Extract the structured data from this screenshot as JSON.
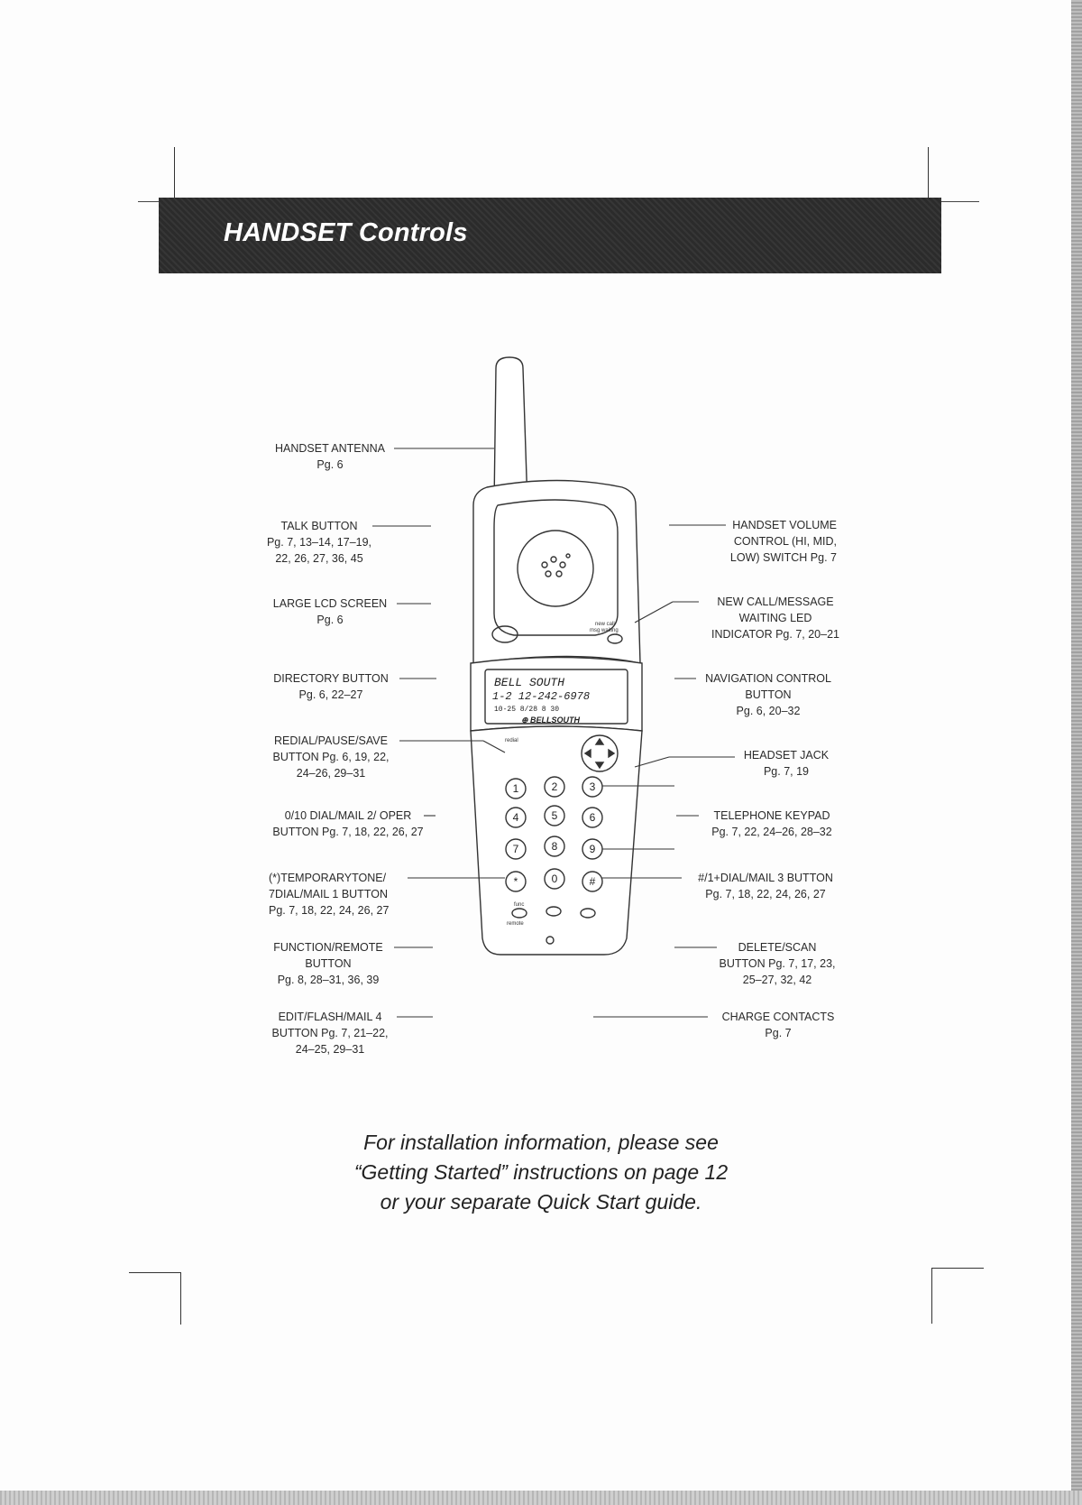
{
  "header": {
    "title": "HANDSET Controls"
  },
  "labels_left": [
    {
      "id": "antenna",
      "lines": [
        "HANDSET ANTENNA",
        "Pg. 6"
      ]
    },
    {
      "id": "talk",
      "lines": [
        "TALK BUTTON",
        "Pg. 7, 13–14, 17–19,",
        "22, 26, 27, 36, 45"
      ]
    },
    {
      "id": "lcd",
      "lines": [
        "LARGE LCD SCREEN",
        "Pg. 6"
      ]
    },
    {
      "id": "directory",
      "lines": [
        "DIRECTORY BUTTON",
        "Pg. 6, 22–27"
      ]
    },
    {
      "id": "redial",
      "lines": [
        "REDIAL/PAUSE/SAVE",
        "BUTTON Pg. 6, 19, 22,",
        "24–26, 29–31"
      ]
    },
    {
      "id": "oper",
      "lines": [
        "0/10 DIAL/MAIL 2/ OPER",
        "BUTTON Pg. 7, 18, 22, 26, 27"
      ]
    },
    {
      "id": "tempo",
      "lines": [
        "(*)TEMPORARYTONE/",
        "7DIAL/MAIL 1 BUTTON",
        "Pg. 7, 18, 22, 24, 26, 27"
      ]
    },
    {
      "id": "function",
      "lines": [
        "FUNCTION/REMOTE",
        "BUTTON",
        "Pg. 8, 28–31, 36, 39"
      ]
    },
    {
      "id": "edit",
      "lines": [
        "EDIT/FLASH/MAIL 4",
        "BUTTON Pg. 7, 21–22,",
        "24–25, 29–31"
      ]
    }
  ],
  "labels_right": [
    {
      "id": "volume",
      "lines": [
        "HANDSET VOLUME",
        "CONTROL (HI, MID,",
        "LOW) SWITCH Pg. 7"
      ]
    },
    {
      "id": "newcall",
      "lines": [
        "NEW CALL/MESSAGE",
        "WAITING LED",
        "INDICATOR Pg. 7, 20–21"
      ]
    },
    {
      "id": "nav",
      "lines": [
        "NAVIGATION CONTROL",
        "BUTTON",
        "Pg. 6, 20–32"
      ]
    },
    {
      "id": "headset",
      "lines": [
        "HEADSET JACK",
        "Pg. 7, 19"
      ]
    },
    {
      "id": "keypad",
      "lines": [
        "TELEPHONE KEYPAD",
        "Pg. 7, 22, 24–26, 28–32"
      ]
    },
    {
      "id": "mail3",
      "lines": [
        "#/1+DIAL/MAIL 3 BUTTON",
        "Pg. 7, 18, 22, 24, 26, 27"
      ]
    },
    {
      "id": "delete",
      "lines": [
        "DELETE/SCAN",
        "BUTTON Pg. 7, 17, 23,",
        "25–27, 32, 42"
      ]
    },
    {
      "id": "charge",
      "lines": [
        "CHARGE CONTACTS",
        "Pg. 7"
      ]
    }
  ],
  "lcd": {
    "line1": "BELL SOUTH",
    "line2": "1-2 12-242-6978",
    "line3": "10-25 8/28 8 30",
    "brand": "⊕ BELLSOUTH"
  },
  "phone_marks": {
    "new_call": "new call",
    "msg_waiting": "msg waiting",
    "redial": "redial",
    "func": "func",
    "remote": "remote"
  },
  "keypad_digits": [
    "1",
    "2",
    "3",
    "4",
    "5",
    "6",
    "7",
    "8",
    "9",
    "*",
    "0",
    "#"
  ],
  "footer": {
    "lines": [
      "For installation information, please see",
      "“Getting Started” instructions on page 12",
      "or your separate Quick Start guide."
    ]
  }
}
